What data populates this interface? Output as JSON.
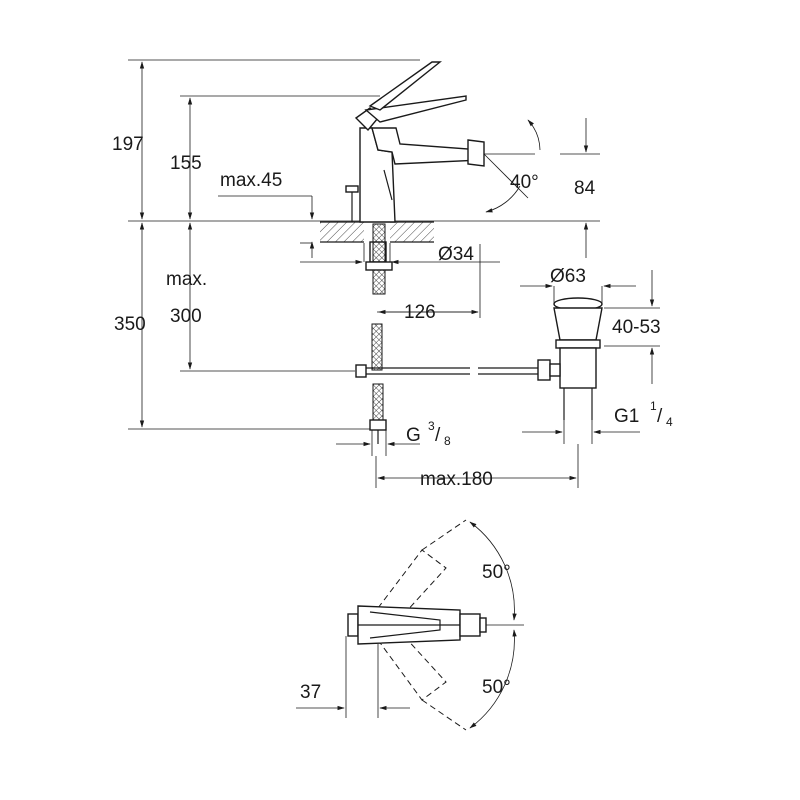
{
  "dimensions": {
    "height_total": "197",
    "height_spout": "155",
    "max_thickness": "max.45",
    "angle_spray": "40°",
    "spray_height": "84",
    "hole_diameter": "Ø34",
    "max_label": "max.",
    "depth_300": "300",
    "depth_350": "350",
    "projection": "126",
    "waste_diameter": "Ø63",
    "waste_range": "40-53",
    "waste_thread_prefix": "G1",
    "waste_thread_num": "1",
    "waste_thread_den": "4",
    "supply_thread_prefix": "G",
    "supply_thread_num": "3",
    "supply_thread_den": "8",
    "max_180": "max.180",
    "lever_angle_top": "50°",
    "lever_angle_bottom": "50°",
    "body_width": "37"
  },
  "colors": {
    "line": "#1a1a1a",
    "background": "#ffffff"
  }
}
